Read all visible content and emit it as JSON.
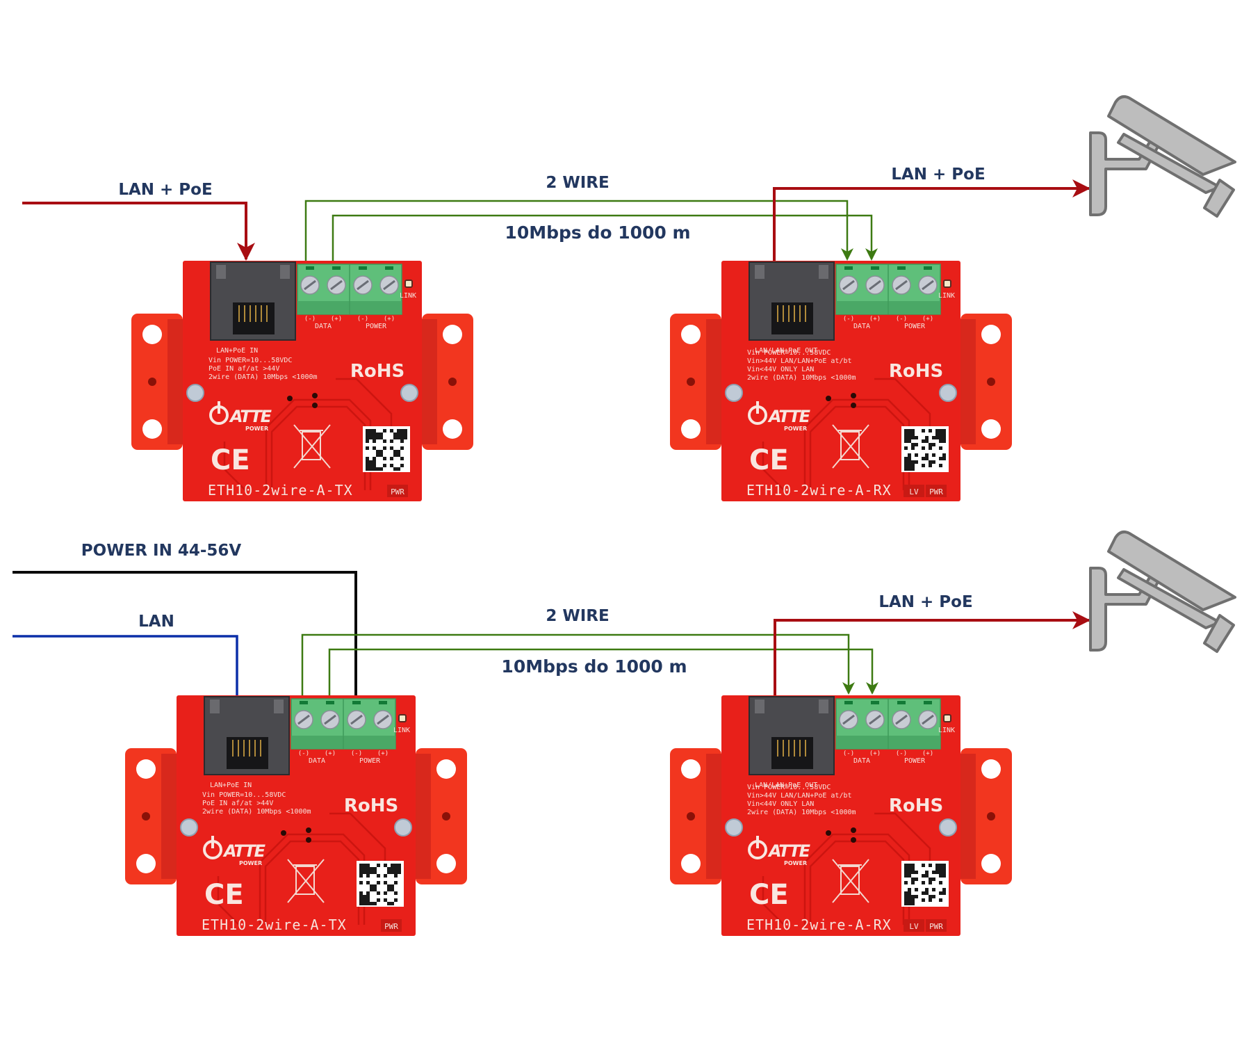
{
  "colors": {
    "label_text": "#22375f",
    "lan_poe_wire": "#a80d12",
    "data_wire": "#3d7a12",
    "power_wire": "#0a0a0a",
    "lan_wire": "#0b2fa8",
    "pcb": "#e8201a",
    "flange": "#f2361f",
    "terminal": "#5fbf7a",
    "camera_fill": "#bdbdbd",
    "camera_stroke": "#707070"
  },
  "top_diagram": {
    "input_label": "LAN + PoE",
    "wire_label": "2 WIRE",
    "speed_label": "10Mbps do 1000 m",
    "output_label": "LAN + PoE",
    "camera": "cctv-camera-icon"
  },
  "bottom_diagram": {
    "power_label": "POWER IN 44-56V",
    "lan_label": "LAN",
    "wire_label": "2 WIRE",
    "speed_label": "10Mbps do 1000 m",
    "output_label": "LAN + PoE",
    "camera": "cctv-camera-icon"
  },
  "boards": {
    "tx": {
      "model": "ETH10-2wire-A-TX",
      "port_label": "LAN+PoE IN",
      "spec_lines": [
        "Vin POWER=10...58VDC",
        "PoE IN af/at >44V",
        "2wire (DATA) 10Mbps <1000m"
      ],
      "leds": [
        "PWR"
      ]
    },
    "rx": {
      "model": "ETH10-2wire-A-RX",
      "port_label": "LAN/LAN+PoE OUT",
      "spec_lines": [
        "Vin POWER=10...58VDC",
        "Vin>44V LAN/LAN+PoE at/bt",
        "Vin<44V ONLY LAN",
        "2wire (DATA) 10Mbps <1000m"
      ],
      "leds": [
        "LV",
        "PWR"
      ]
    },
    "common": {
      "terminal_polarity": [
        "(-)",
        "(+)",
        "(-)",
        "(+)"
      ],
      "terminal_groups": [
        "DATA",
        "POWER"
      ],
      "link_led": "LINK",
      "rohs": "RoHS",
      "ce": "CE",
      "brand": "ATTE",
      "brand_sub": "POWER"
    }
  }
}
